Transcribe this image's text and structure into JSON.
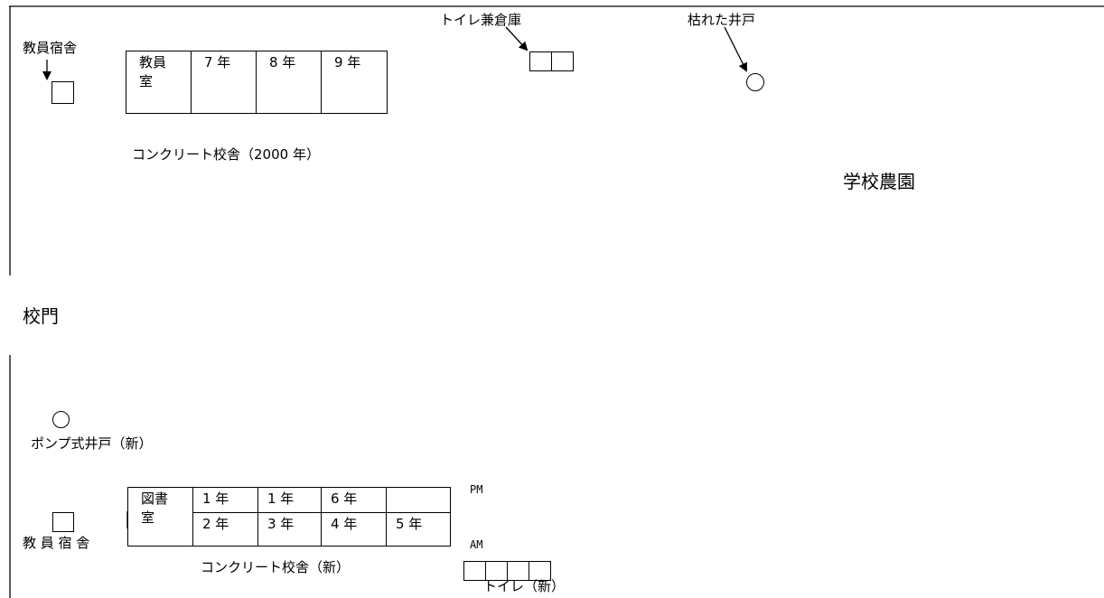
{
  "top_area": {
    "teacher_dorm_label": "教員宿舎",
    "toilet_storage_label": "トイレ兼倉庫",
    "dry_well_label": "枯れた井戸",
    "school_farm_label": "学校農園",
    "concrete_building": {
      "rooms": [
        "教員\n室",
        "7 年",
        "8 年",
        "9 年"
      ],
      "caption": "コンクリート校舎（2000 年）"
    }
  },
  "gate_label": "校門",
  "bottom_area": {
    "pump_well_label": "ポンプ式井戸（新）",
    "teacher_dorm_label": "教 員 宿 舎",
    "new_building": {
      "library_label": "図書\n室",
      "pm_rooms": [
        "1 年",
        "1 年",
        "6 年",
        ""
      ],
      "am_rooms": [
        "2 年",
        "3 年",
        "4 年",
        "5 年"
      ],
      "caption": "コンクリート校舎（新）"
    },
    "pm_label": "PM",
    "am_label": "AM",
    "toilet_new_label": "トイレ（新）"
  }
}
